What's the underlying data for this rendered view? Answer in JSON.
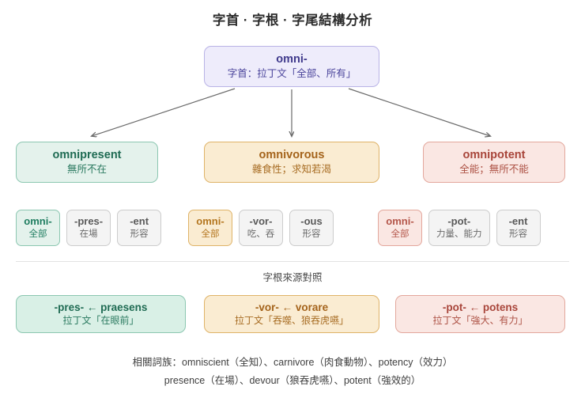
{
  "title": "字首 · 字根 · 字尾結構分析",
  "root": {
    "term": "omni-",
    "description": "字首：拉丁文「全部、所有」",
    "color": "#eeecfb"
  },
  "words": [
    {
      "term": "omnipresent",
      "meaning": "無所不在",
      "accent": "#8cc7b1",
      "fill": "#e4f2ec"
    },
    {
      "term": "omnivorous",
      "meaning": "雜食性；求知若渴",
      "accent": "#dfb368",
      "fill": "#faecd2"
    },
    {
      "term": "omnipotent",
      "meaning": "全能；無所不能",
      "accent": "#e3a79c",
      "fill": "#fae7e3"
    }
  ],
  "morpheme_groups": [
    {
      "chips": [
        {
          "morpheme": "omni-",
          "gloss": "全部"
        },
        {
          "morpheme": "-pres-",
          "gloss": "在場"
        },
        {
          "morpheme": "-ent",
          "gloss": "形容"
        }
      ]
    },
    {
      "chips": [
        {
          "morpheme": "omni-",
          "gloss": "全部"
        },
        {
          "morpheme": "-vor-",
          "gloss": "吃、吞"
        },
        {
          "morpheme": "-ous",
          "gloss": "形容"
        }
      ]
    },
    {
      "chips": [
        {
          "morpheme": "omni-",
          "gloss": "全部"
        },
        {
          "morpheme": "-pot-",
          "gloss": "力量、能力"
        },
        {
          "morpheme": "-ent",
          "gloss": "形容"
        }
      ]
    }
  ],
  "etymology_section": {
    "label": "字根來源對照",
    "items": [
      {
        "term": "-pres- ← praesens",
        "source": "拉丁文「在眼前」"
      },
      {
        "term": "-vor- ← vorare",
        "source": "拉丁文「吞噬、狼吞虎嚥」"
      },
      {
        "term": "-pot- ← potens",
        "source": "拉丁文「強大、有力」"
      }
    ]
  },
  "footer": {
    "line1": "相關詞族：omniscient（全知）、carnivore（肉食動物）、potency（效力）",
    "line2": "presence（在場）、devour（狼吞虎嚥）、potent（強效的）"
  }
}
